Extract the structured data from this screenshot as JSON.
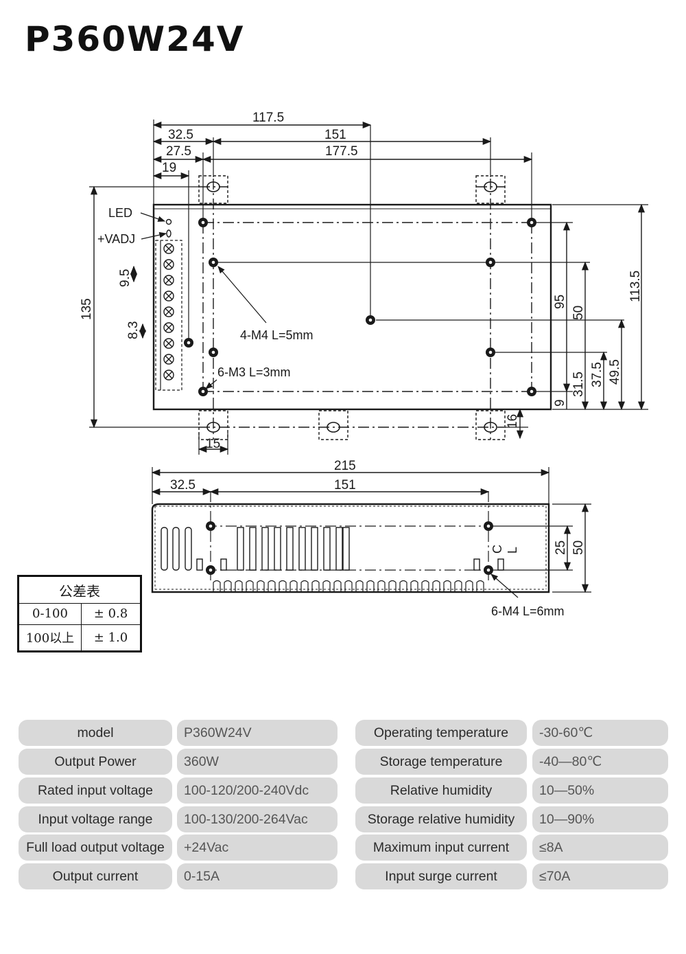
{
  "title": "P360W24V",
  "drawing": {
    "dims": {
      "d117_5": "117.5",
      "d32_5": "32.5",
      "d151": "151",
      "d27_5": "27.5",
      "d177_5": "177.5",
      "d19": "19",
      "d9_5": "9.5",
      "d8_3": "8.3",
      "d135": "135",
      "d95": "95",
      "d50": "50",
      "d113_5": "113.5",
      "d37_5": "37.5",
      "d49_5": "49.5",
      "d31_5": "31.5",
      "d9": "9",
      "d16": "16",
      "d15": "15",
      "d215": "215",
      "d32_5b": "32.5",
      "d151b": "151",
      "d25": "25",
      "d50b": "50"
    },
    "labels": {
      "led": "LED",
      "vadj": "+VADJ",
      "m4_5": "4-M4 L=5mm",
      "m3_3": "6-M3 L=3mm",
      "m4_6": "6-M4 L=6mm",
      "c": "C",
      "l": "L"
    }
  },
  "tolerance_table": {
    "header": "公差表",
    "rows": [
      {
        "range": "0-100",
        "value": "± 0.8"
      },
      {
        "range": "100以上",
        "value": "± 1.0"
      }
    ]
  },
  "specs": {
    "left": [
      {
        "label": "model",
        "value": "P360W24V"
      },
      {
        "label": "Output Power",
        "value": "360W"
      },
      {
        "label": "Rated input voltage",
        "value": "100-120/200-240Vdc"
      },
      {
        "label": "Input voltage range",
        "value": "100-130/200-264Vac"
      },
      {
        "label": "Full load output voltage",
        "value": "+24Vac"
      },
      {
        "label": "Output current",
        "value": "0-15A"
      }
    ],
    "right": [
      {
        "label": "Operating temperature",
        "value": "-30-60℃"
      },
      {
        "label": "Storage temperature",
        "value": "-40—80℃"
      },
      {
        "label": "Relative humidity",
        "value": "10—50%"
      },
      {
        "label": "Storage relative humidity",
        "value": "10—90%"
      },
      {
        "label": "Maximum input current",
        "value": "≤8A"
      },
      {
        "label": "Input surge current",
        "value": "≤70A"
      }
    ]
  }
}
